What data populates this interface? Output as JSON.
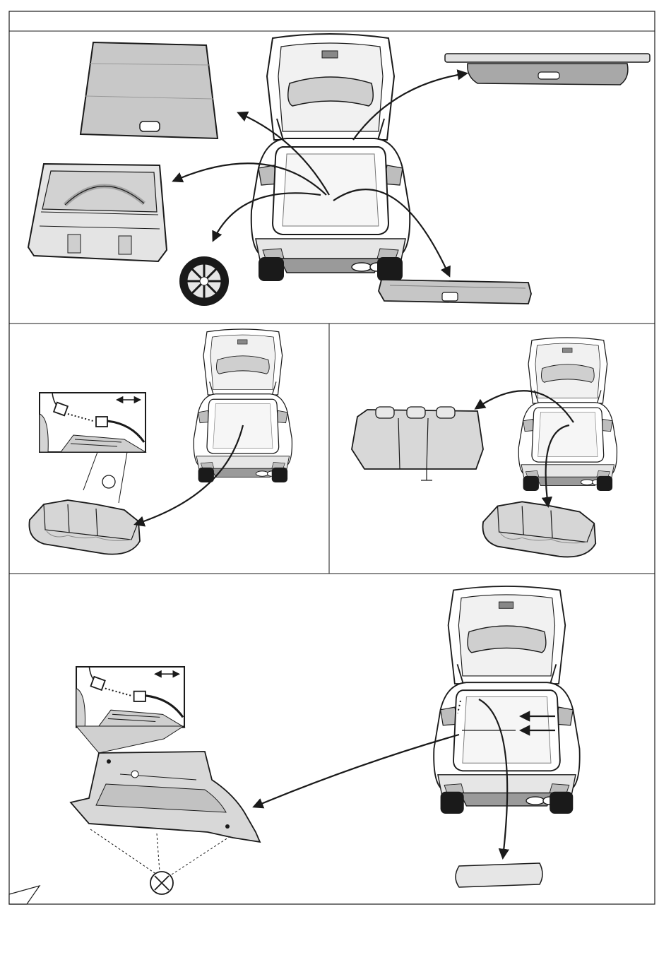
{
  "page": {
    "page_number": "",
    "background_color": "#ffffff",
    "line_color": "#1a1a1a",
    "part_fill": "#c8c8c8",
    "part_fill_light": "#e2e2e2"
  },
  "panels": [
    {
      "id": "cargo-area-parts",
      "icons": [
        "car-rear-open-icon",
        "luggage-cover-icon",
        "tonneau-cover-icon",
        "cargo-tray-icon",
        "spare-wheel-icon",
        "rear-sill-trim-icon"
      ]
    },
    {
      "id": "rear-seat-cushion",
      "icons": [
        "car-rear-open-icon",
        "seat-cushion-icon",
        "connector-detail-icon",
        "disconnect-arrows-icon"
      ]
    },
    {
      "id": "rear-seat-back",
      "icons": [
        "car-rear-open-icon",
        "seat-back-icon",
        "seat-cushion-icon"
      ]
    },
    {
      "id": "side-trim-panel",
      "icons": [
        "car-rear-open-icon",
        "side-trim-panel-icon",
        "connector-detail-icon",
        "disconnect-arrows-icon",
        "clip-removal-icon",
        "trim-strip-icon"
      ]
    }
  ]
}
